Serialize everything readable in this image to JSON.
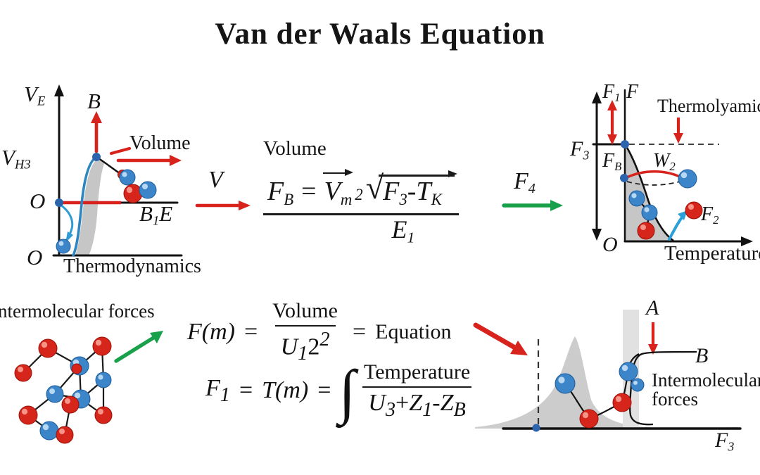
{
  "title": "Van der Waals Equation",
  "colors": {
    "arrow_red": "#d8231d",
    "arrow_green": "#18a04a",
    "sphere_red": "#d6251a",
    "sphere_blue": "#3c85c8",
    "curve_blue": "#2e86c0",
    "gray_fill": "#c6c6c6",
    "ink": "#1a1a1a"
  },
  "panel_tl": {
    "y_axis": "V",
    "y_axis_sub": "E",
    "y_tick": "V",
    "y_tick_sub": "H3",
    "point_b": "B",
    "arrow_label": "Volume",
    "origin_mid": "O",
    "x_tag": "B",
    "x_tag_sub": "1",
    "x_tag2": "E",
    "origin_bottom": "O",
    "caption": "Thermodynamics"
  },
  "flow_mid": {
    "label": "V"
  },
  "eq_main": {
    "volume_above": "Volume",
    "lhs": "F",
    "lhs_sub": "B",
    "equals": "=",
    "vec": "V",
    "vec_sub": "m",
    "sup": "2",
    "radical": "√",
    "rad1": "F",
    "rad1_sub": "3",
    "minus": "-",
    "rad2": "T",
    "rad2_sub": "K",
    "den": "E",
    "den_sub": "1"
  },
  "flow_right": {
    "label": "F",
    "label_sub": "4"
  },
  "panel_tr": {
    "f1": "F",
    "f1_sub": "1",
    "f": "F",
    "annotation": "Thermolyamics",
    "f3": "F",
    "f3_sub": "3",
    "fb": "F",
    "fb_sub": "B",
    "w2": "W",
    "w2_sub": "2",
    "f2": "F",
    "f2_sub": "2",
    "origin": "O",
    "x_label": "Temperature"
  },
  "panel_bl": {
    "label": "Intermolecular forces"
  },
  "eq_fm": {
    "lhs": "F(m)",
    "eq1": "=",
    "num": "Volume",
    "den1": "U",
    "den1_sub": "1",
    "den2": "2",
    "den2_sup": "2",
    "eq2": "=",
    "rhs": "Equation"
  },
  "eq_ft": {
    "lhs": "F",
    "lhs_sub": "1",
    "eq1": "=",
    "mid": "T(m)",
    "eq2": "=",
    "integral": "∫",
    "num": "Temperature",
    "den1": "U",
    "den1_sub": "3",
    "plus": "+",
    "z1": "Z",
    "z1_sub": "1",
    "minus": "-",
    "z2": "Z",
    "z2_sub": "B"
  },
  "panel_br": {
    "a": "A",
    "b": "B",
    "label_line1": "Intermolecular",
    "label_line2": "forces",
    "x_label": "F",
    "x_label_sub": "3"
  }
}
